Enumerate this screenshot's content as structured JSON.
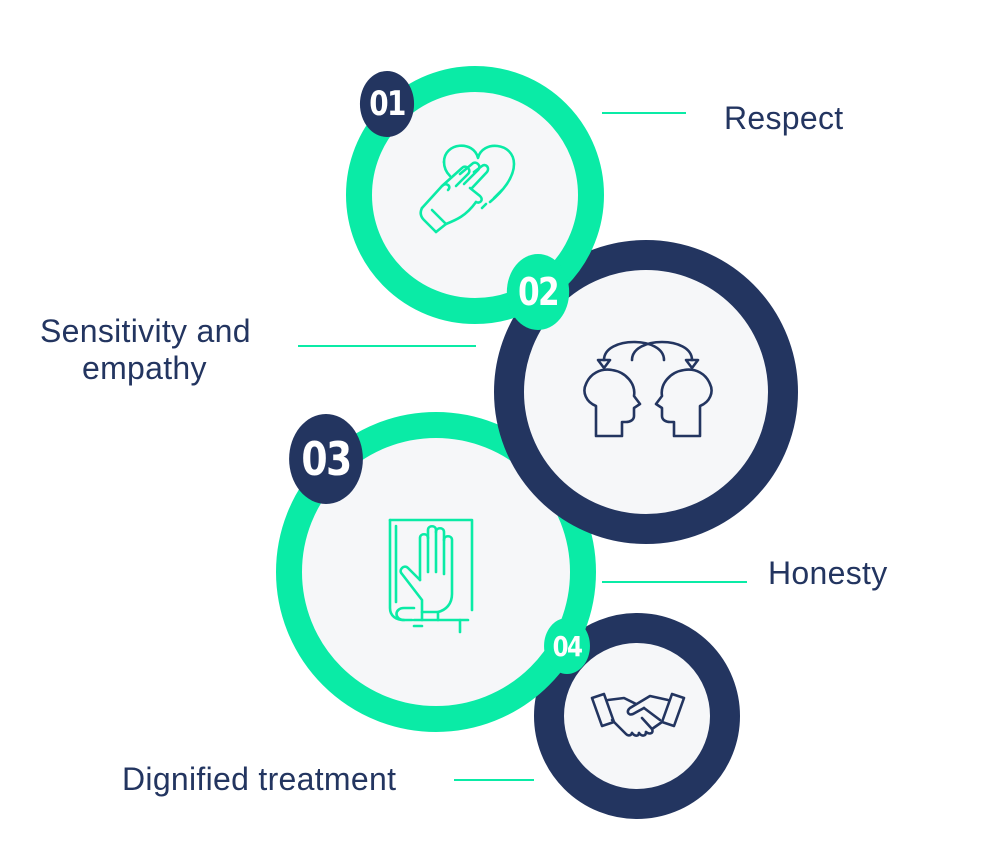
{
  "items": [
    {
      "number": "01",
      "label": "Respect",
      "icon": "hand-on-heart-icon",
      "ring_color": "#0aeba6"
    },
    {
      "number": "02",
      "label_line1": "Sensitivity and",
      "label_line2": "empathy",
      "icon": "empathy-heads-icon",
      "ring_color": "#233560"
    },
    {
      "number": "03",
      "label": "Honesty",
      "icon": "hand-on-book-icon",
      "ring_color": "#0aeba6"
    },
    {
      "number": "04",
      "label": "Dignified treatment",
      "icon": "handshake-icon",
      "ring_color": "#233560"
    }
  ],
  "colors": {
    "accent": "#0aeba6",
    "navy": "#233560",
    "circle_fill": "#f6f7f9"
  }
}
